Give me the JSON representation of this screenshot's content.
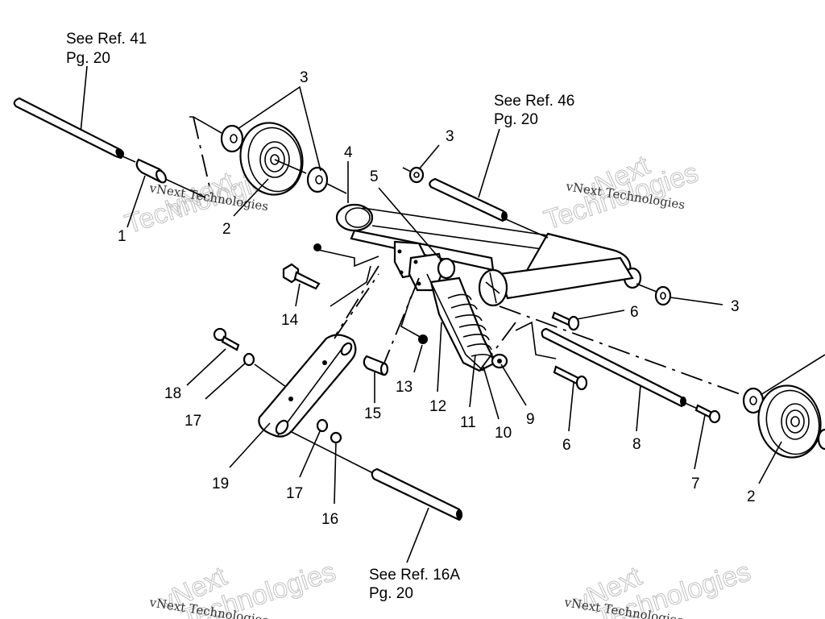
{
  "diagram": {
    "title": "Rear Suspension Exploded View",
    "references": [
      {
        "id": "ref-41",
        "line1": "See Ref. 41",
        "line2": "Pg. 20"
      },
      {
        "id": "ref-46",
        "line1": "See Ref. 46",
        "line2": "Pg. 20"
      },
      {
        "id": "ref-16a",
        "line1": "See Ref. 16A",
        "line2": "Pg. 20"
      }
    ],
    "callouts": {
      "c1": "1",
      "c2a": "2",
      "c2b": "2",
      "c3a": "3",
      "c3b": "3",
      "c3c": "3",
      "c4": "4",
      "c5": "5",
      "c6a": "6",
      "c6b": "6",
      "c7": "7",
      "c8": "8",
      "c9": "9",
      "c10": "10",
      "c11": "11",
      "c12": "12",
      "c13": "13",
      "c14": "14",
      "c15": "15",
      "c16": "16",
      "c17a": "17",
      "c17b": "17",
      "c18": "18",
      "c19": "19"
    },
    "watermark": {
      "small": "vNext Technologies",
      "big1": "vNext",
      "big2": "Technologies"
    }
  }
}
